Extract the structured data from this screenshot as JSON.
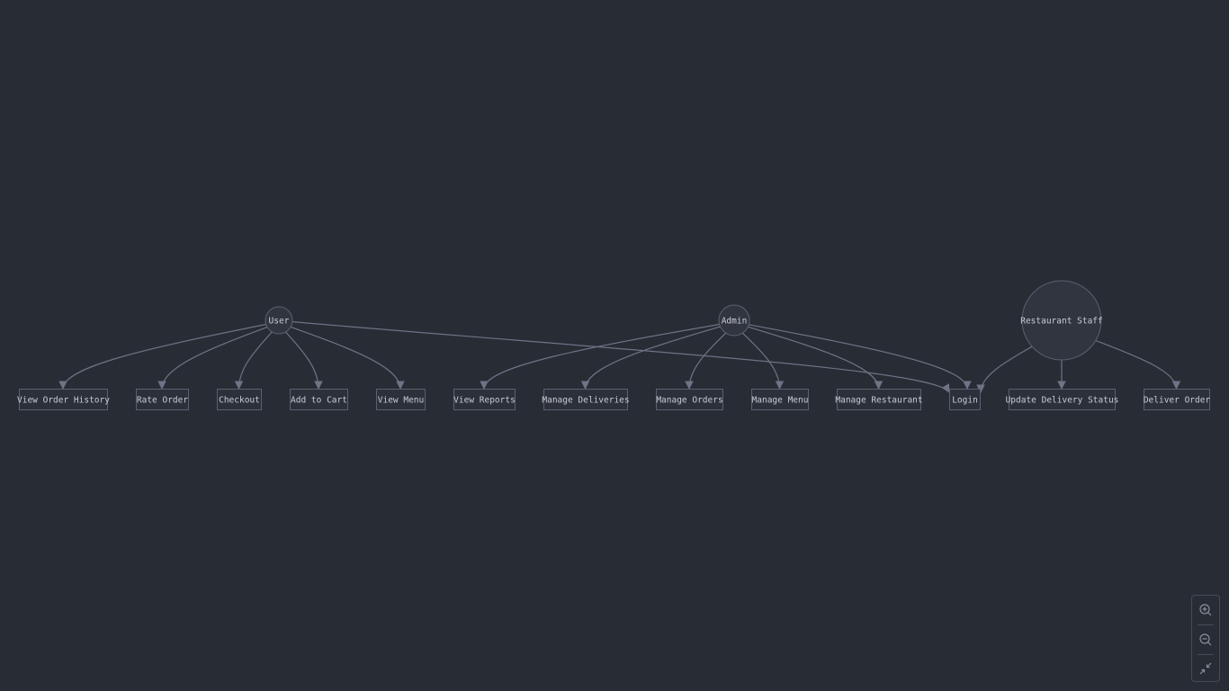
{
  "diagram": {
    "actors": [
      {
        "id": "user",
        "label": "User"
      },
      {
        "id": "admin",
        "label": "Admin"
      },
      {
        "id": "staff",
        "label": "Restaurant Staff"
      }
    ],
    "usecases": [
      {
        "id": "voh",
        "label": "View Order History"
      },
      {
        "id": "ro",
        "label": "Rate Order"
      },
      {
        "id": "co",
        "label": "Checkout"
      },
      {
        "id": "atc",
        "label": "Add to Cart"
      },
      {
        "id": "vm",
        "label": "View Menu"
      },
      {
        "id": "vr",
        "label": "View Reports"
      },
      {
        "id": "md",
        "label": "Manage Deliveries"
      },
      {
        "id": "mo",
        "label": "Manage Orders"
      },
      {
        "id": "mm",
        "label": "Manage Menu"
      },
      {
        "id": "mr",
        "label": "Manage Restaurant"
      },
      {
        "id": "login",
        "label": "Login"
      },
      {
        "id": "uds",
        "label": "Update Delivery Status"
      },
      {
        "id": "do",
        "label": "Deliver Order"
      }
    ],
    "edges": [
      {
        "from": "user",
        "to": "voh"
      },
      {
        "from": "user",
        "to": "ro"
      },
      {
        "from": "user",
        "to": "co"
      },
      {
        "from": "user",
        "to": "atc"
      },
      {
        "from": "user",
        "to": "vm"
      },
      {
        "from": "user",
        "to": "login"
      },
      {
        "from": "admin",
        "to": "vr"
      },
      {
        "from": "admin",
        "to": "md"
      },
      {
        "from": "admin",
        "to": "mo"
      },
      {
        "from": "admin",
        "to": "mm"
      },
      {
        "from": "admin",
        "to": "mr"
      },
      {
        "from": "admin",
        "to": "login"
      },
      {
        "from": "staff",
        "to": "login"
      },
      {
        "from": "staff",
        "to": "uds"
      },
      {
        "from": "staff",
        "to": "do"
      }
    ]
  },
  "controls": {
    "zoom_in_icon": "zoom-in-icon",
    "zoom_out_icon": "zoom-out-icon",
    "fit_icon": "fit-view-icon"
  },
  "colors": {
    "background": "#282c34",
    "edge": "#6e7386",
    "node_border": "#5b6071",
    "text": "#c9ccd3"
  }
}
